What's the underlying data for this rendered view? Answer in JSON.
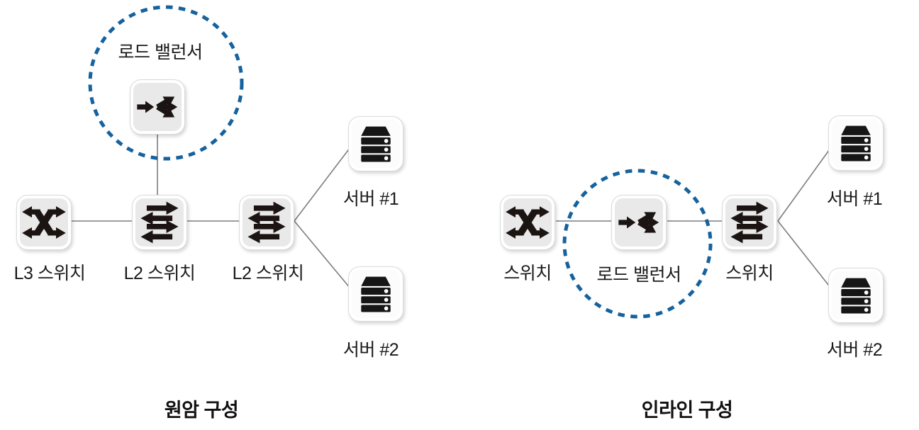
{
  "palette": {
    "highlight_circle_blue": "#15629e",
    "connector_gray": "#7d7d7d",
    "icon_glyph_black": "#1b1412",
    "icon_background_gray": "#e9e9e9",
    "label_text": "#1a1a1a"
  },
  "left_diagram": {
    "caption": "원암 구성",
    "load_balancer": {
      "label": "로드 밸런서",
      "icon": "load-balancer-icon",
      "highlighted": true
    },
    "l3_switch": {
      "label": "L3 스위치",
      "icon": "crossed-arrows-switch-icon"
    },
    "l2_switch_a": {
      "label": "L2 스위치",
      "icon": "paired-arrows-switch-icon"
    },
    "l2_switch_b": {
      "label": "L2 스위치",
      "icon": "paired-arrows-switch-icon"
    },
    "server_1": {
      "label": "서버 #1",
      "icon": "server-icon"
    },
    "server_2": {
      "label": "서버 #2",
      "icon": "server-icon"
    }
  },
  "right_diagram": {
    "caption": "인라인 구성",
    "switch_a": {
      "label": "스위치",
      "icon": "crossed-arrows-switch-icon"
    },
    "load_balancer": {
      "label": "로드 밸런서",
      "icon": "load-balancer-icon",
      "highlighted": true
    },
    "switch_b": {
      "label": "스위치",
      "icon": "paired-arrows-switch-icon"
    },
    "server_1": {
      "label": "서버 #1",
      "icon": "server-icon"
    },
    "server_2": {
      "label": "서버 #2",
      "icon": "server-icon"
    }
  }
}
